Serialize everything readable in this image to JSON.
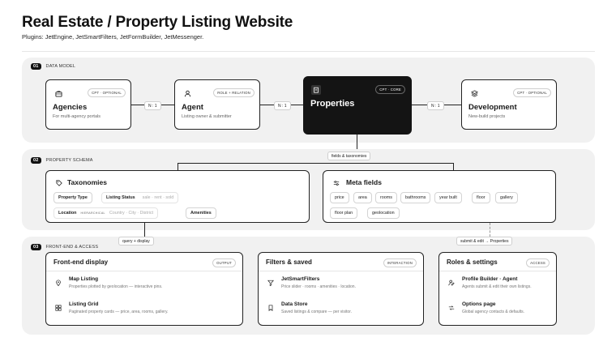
{
  "header": {
    "title": "Real Estate / Property Listing Website",
    "subtitle": "Plugins: JetEngine, JetSmartFilters, JetFormBuilder, JetMessenger."
  },
  "sections": {
    "data_model": {
      "num": "01",
      "label": "DATA MODEL"
    },
    "schema": {
      "num": "02",
      "label": "PROPERTY SCHEMA"
    },
    "frontend": {
      "num": "03",
      "label": "FRONT-END & ACCESS"
    }
  },
  "data_model": {
    "agencies": {
      "title": "Agencies",
      "sub": "For multi-agency portals",
      "badge": "CPT · OPTIONAL",
      "icon": "briefcase-icon"
    },
    "agent": {
      "title": "Agent",
      "sub": "Listing owner & submitter",
      "badge": "ROLE + RELATION",
      "icon": "user-icon"
    },
    "properties": {
      "title": "Properties",
      "badge": "CPT · CORE",
      "icon": "building-icon"
    },
    "development": {
      "title": "Development",
      "sub": "New-build projects",
      "badge": "CPT · OPTIONAL",
      "icon": "layers-icon"
    },
    "relations": [
      "N : 1",
      "N : 1",
      "N : 1"
    ],
    "down_label": "fields & taxonomies"
  },
  "schema": {
    "taxonomies": {
      "title": "Taxonomies",
      "icon": "tag-icon",
      "property_type": "Property Type",
      "listing_status": "Listing Status",
      "listing_status_values": "sale · rent · sold",
      "location": "Location",
      "location_tag": "HIERARCHICAL",
      "location_values": "Country · City · District",
      "amenities": "Amenities"
    },
    "meta": {
      "title": "Meta fields",
      "icon": "sliders-icon",
      "fields": [
        "price",
        "area",
        "rooms",
        "bathrooms",
        "year built",
        "floor",
        "gallery",
        "floor plan",
        "geolocation"
      ]
    },
    "left_label": "query + display",
    "right_label": "submit & edit → Properties"
  },
  "frontend": {
    "display": {
      "title": "Front-end display",
      "badge": "OUTPUT",
      "items": [
        {
          "title": "Map Listing",
          "sub": "Properties plotted by geolocation — interactive pins.",
          "icon": "map-pin-icon"
        },
        {
          "title": "Listing Grid",
          "sub": "Paginated property cards — price, area, rooms, gallery.",
          "icon": "grid-icon"
        }
      ]
    },
    "filters": {
      "title": "Filters & saved",
      "badge": "INTERACTION",
      "items": [
        {
          "title": "JetSmartFilters",
          "sub": "Price slider · rooms · amenities · location.",
          "icon": "filter-icon"
        },
        {
          "title": "Data Store",
          "sub": "Saved listings & compare — per visitor.",
          "icon": "bookmark-icon"
        }
      ]
    },
    "roles": {
      "title": "Roles & settings",
      "badge": "ACCESS",
      "items": [
        {
          "title": "Profile Builder · Agent",
          "sub": "Agents submit & edit their own listings.",
          "icon": "user-edit-icon"
        },
        {
          "title": "Options page",
          "sub": "Global agency contacts & defaults.",
          "icon": "toggles-icon"
        }
      ]
    }
  }
}
